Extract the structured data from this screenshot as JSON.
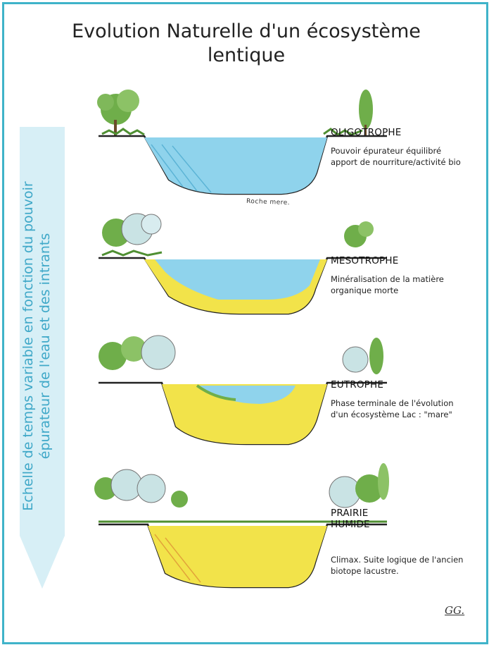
{
  "title": {
    "line1": "Evolution Naturelle d'un écosystème",
    "line2": "lentique"
  },
  "side_arrow": {
    "line1": "Echelle de temps variable en fonction du pouvoir",
    "line2": "épurateur de l'eau et des intrants",
    "color": "#d7eff6"
  },
  "stages": [
    {
      "name": "OLIGOTROPHE",
      "desc_line1": "Pouvoir épurateur équilibré",
      "desc_line2": "apport de nourriture/activité bio"
    },
    {
      "name": "MESOTROPHE",
      "desc_line1": "Minéralisation de la matière",
      "desc_line2": "organique morte"
    },
    {
      "name": "EUTROPHE",
      "desc_line1": "Phase terminale de l'évolution",
      "desc_line2": "d'un écosystème Lac : \"mare\""
    },
    {
      "name_line1": "PRAIRIE",
      "name_line2": "HUMIDE",
      "desc_line1": "Climax. Suite logique de l'ancien",
      "desc_line2": "biotope lacustre."
    }
  ],
  "annotation": "Roche mere.",
  "signature": "GG.",
  "colors": {
    "frame": "#3fb3c9",
    "water": "#8fd3ec",
    "sediment": "#f2e34a",
    "foliage": "#6fae4a"
  }
}
